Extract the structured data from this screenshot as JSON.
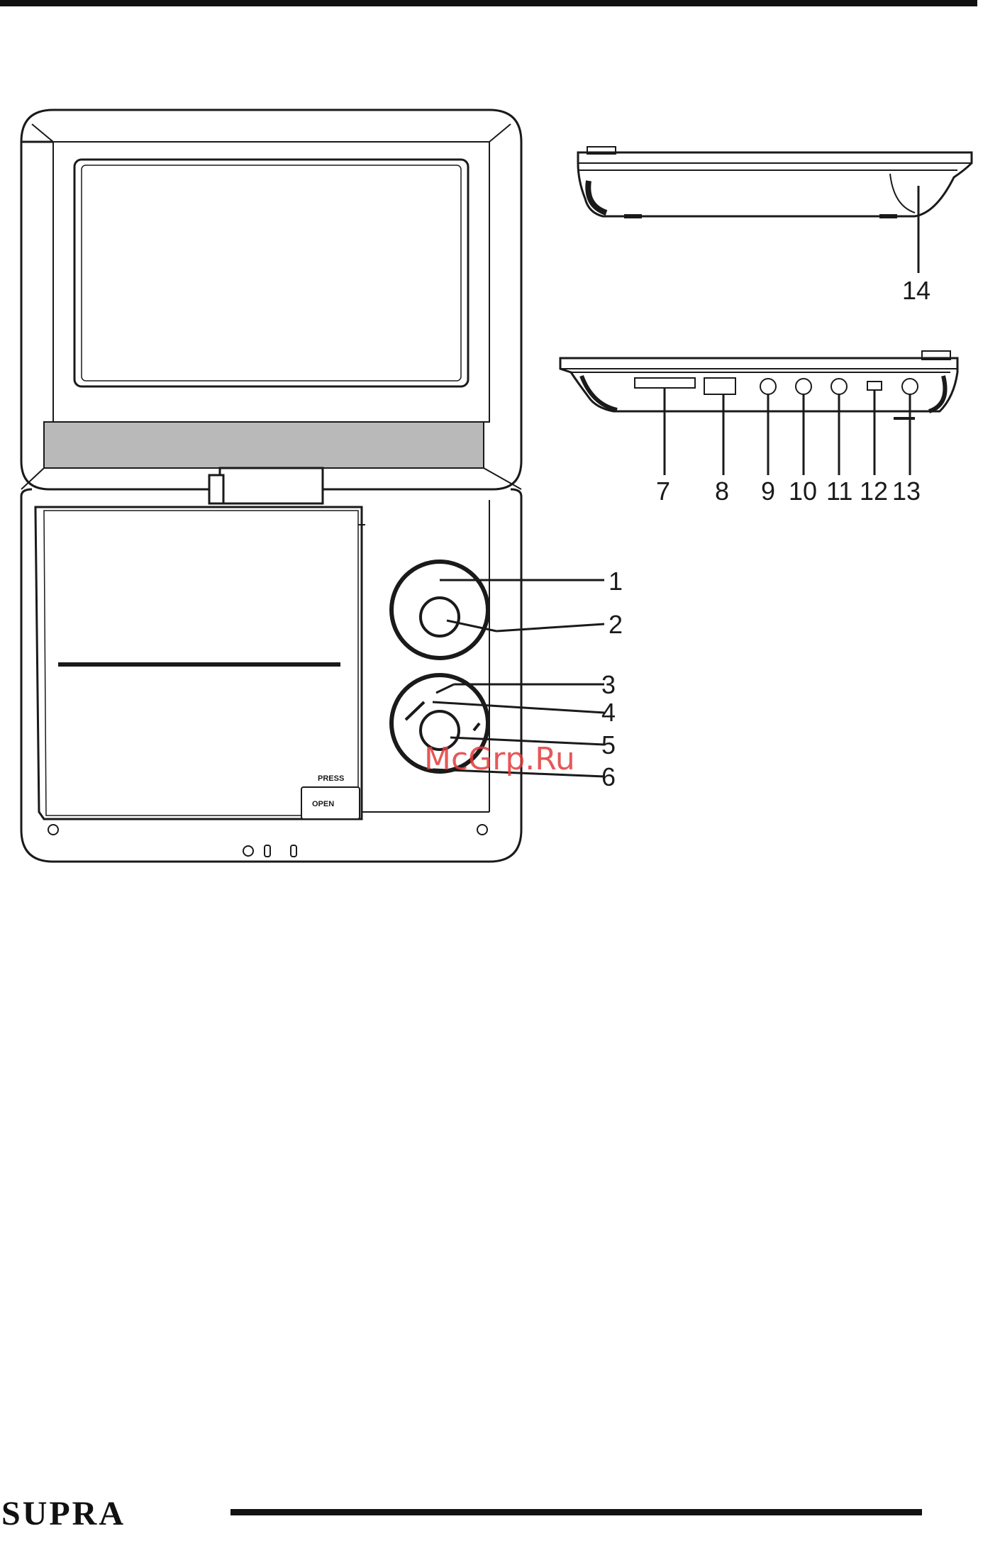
{
  "diagram": {
    "callouts": [
      "1",
      "2",
      "3",
      "4",
      "5",
      "6",
      "7",
      "8",
      "9",
      "10",
      "11",
      "12",
      "13",
      "14"
    ],
    "panel_labels": {
      "press": "PRESS",
      "open": "OPEN"
    },
    "watermark": "McGrp.Ru"
  },
  "footer": {
    "brand": "SUPRA"
  }
}
